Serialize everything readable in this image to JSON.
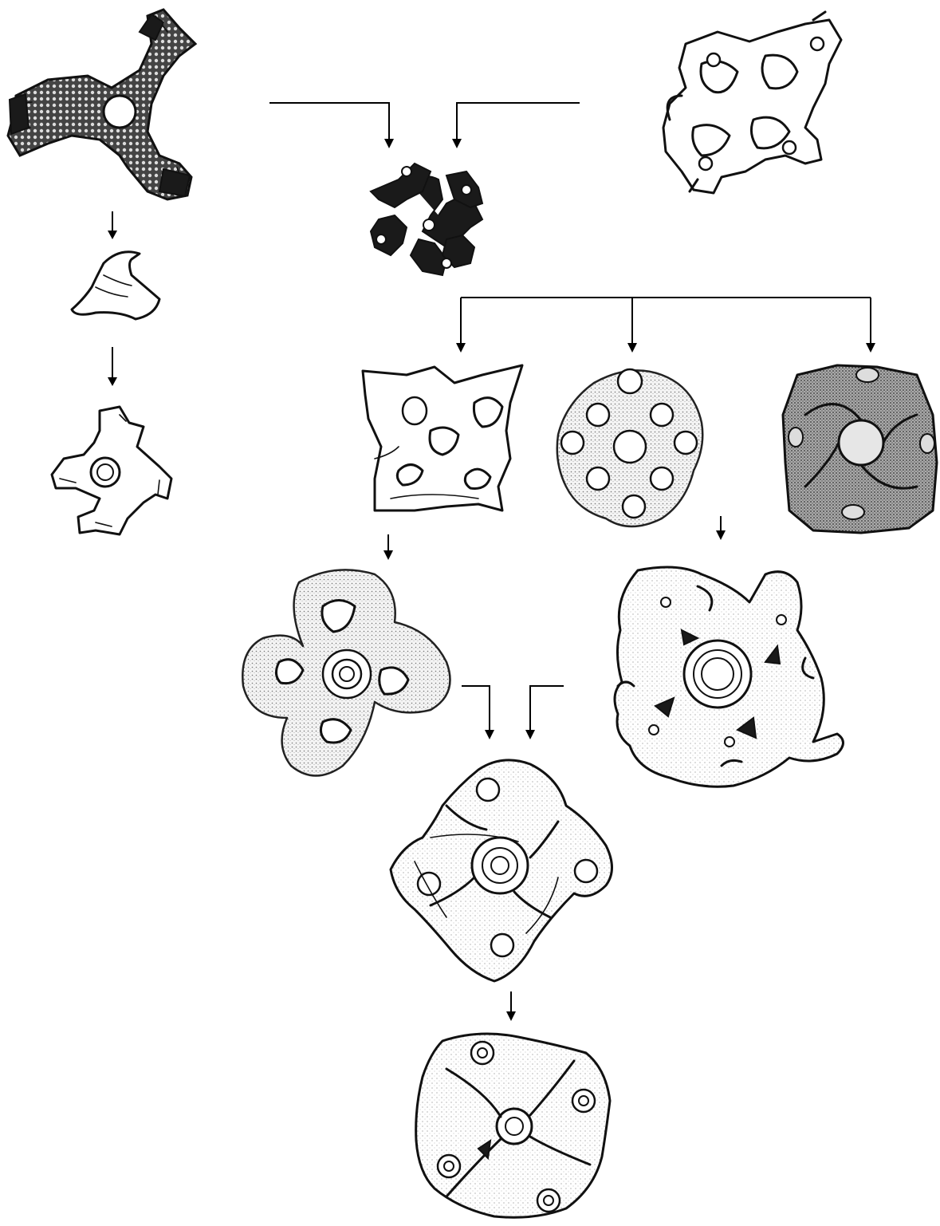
{
  "figures": [
    {
      "id": "triskele-three-horse-heads",
      "style": "dotted",
      "icon": "triskele-horse-heads-icon"
    },
    {
      "id": "tetraskele-four-fish",
      "style": "paper",
      "icon": "four-fish-openwork-icon"
    },
    {
      "id": "swastika-hare-heads",
      "style": "solid",
      "icon": "swastika-hare-heads-icon"
    },
    {
      "id": "simple-triangular-plaque",
      "style": "paper",
      "icon": "triangular-plaque-icon"
    },
    {
      "id": "four-arm-ring-plaque",
      "style": "paper",
      "icon": "four-arm-ring-plaque-icon"
    },
    {
      "id": "openwork-square-plaque",
      "style": "paper",
      "icon": "openwork-square-plaque-icon"
    },
    {
      "id": "rosette-circles-plaque",
      "style": "stipple",
      "icon": "rosette-circles-plaque-icon"
    },
    {
      "id": "swirl-square-plaque",
      "style": "dark-stipple",
      "icon": "swirl-square-plaque-icon"
    },
    {
      "id": "stippled-animal-whirl",
      "style": "stipple",
      "icon": "stippled-animal-whirl-icon"
    },
    {
      "id": "four-animal-heads-whirl",
      "style": "hatched",
      "icon": "four-animal-heads-whirl-icon"
    },
    {
      "id": "horse-heads-whirl-rosettes",
      "style": "hatched",
      "icon": "horse-heads-whirl-icon"
    },
    {
      "id": "final-whirl-plaque",
      "style": "hatched",
      "icon": "final-whirl-plaque-icon"
    }
  ]
}
